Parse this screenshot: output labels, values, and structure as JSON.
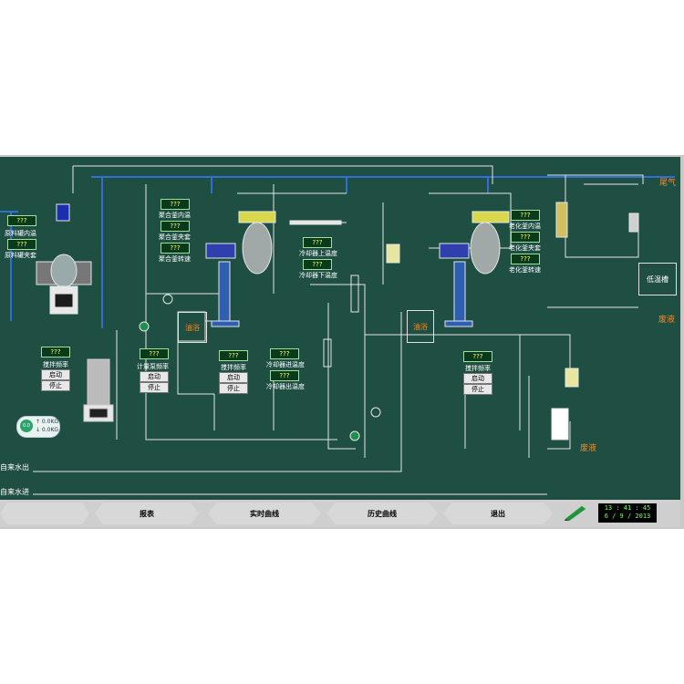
{
  "labels": {
    "feed_tank_inner_temp": "原料罐内温",
    "feed_tank_jacket": "原料罐夹套",
    "poly_kettle_inner_temp": "聚合釜内温",
    "poly_kettle_jacket": "聚合釜夹套",
    "poly_kettle_speed": "聚合釜转速",
    "cooler_upper_temp": "冷却器上温度",
    "cooler_lower_temp": "冷却器下温度",
    "aging_kettle_inner_temp": "老化釜内温",
    "aging_kettle_jacket": "老化釜夹套",
    "aging_kettle_speed": "老化釜转速",
    "stir_freq_1": "搅拌频率",
    "meter_pump_freq": "计量泵频率",
    "stir_freq_2": "搅拌频率",
    "cooler_inlet_temp": "冷却器进温度",
    "cooler_outlet_temp": "冷却器出温度",
    "stir_freq_3": "搅拌频率",
    "tail_gas": "尾气",
    "low_temp_tank": "低温槽",
    "waste_1": "废液",
    "waste_2": "废液",
    "tap_water_out": "自来水出",
    "tap_water_in": "自来水进",
    "oil_bath_1": "油浴",
    "oil_bath_2": "油浴",
    "gauge_line1": "↑ 0.0KG",
    "gauge_line2": "↓ 0.0KG",
    "gauge_center": "0.0"
  },
  "values": {
    "feed_tank_inner_temp": "???",
    "feed_tank_jacket": "???",
    "poly_kettle_inner_temp": "???",
    "poly_kettle_jacket": "???",
    "poly_kettle_speed": "???",
    "cooler_upper_temp": "???",
    "cooler_lower_temp": "???",
    "aging_kettle_inner_temp": "???",
    "aging_kettle_jacket": "???",
    "aging_kettle_speed": "???",
    "stir_freq_1": "???",
    "meter_pump_freq": "???",
    "stir_freq_2": "???",
    "cooler_inlet_temp": "???",
    "cooler_outlet_temp": "???",
    "stir_freq_3": "???"
  },
  "buttons": {
    "start": "启动",
    "stop": "停止"
  },
  "nav": {
    "report": "报表",
    "realtime_curve": "实时曲线",
    "history_curve": "历史曲线",
    "exit": "退出"
  },
  "clock": {
    "time": "13 : 41 : 45",
    "date": "6 / 9 / 2013"
  },
  "colors": {
    "background": "#1f4f43",
    "pipe": "#e6e6e6",
    "pipe_blue": "#2f6fd6",
    "value_text": "#ffff66",
    "label_orange": "#f08a2a"
  }
}
